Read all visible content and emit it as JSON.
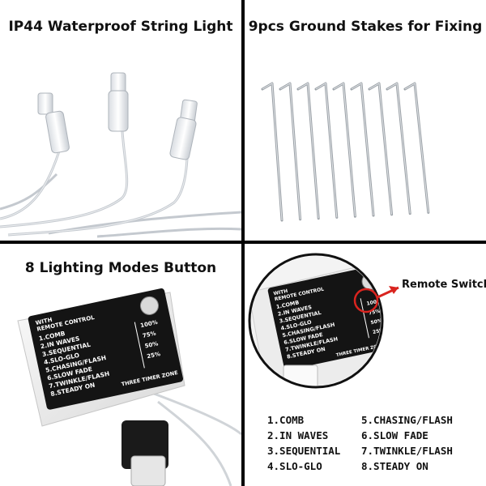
{
  "panels": {
    "top_left": {
      "title": "IP44 Waterproof String Light"
    },
    "top_right": {
      "title": "9pcs Ground Stakes for Fixing"
    },
    "bottom_left": {
      "title": "8 Lighting Modes Button"
    },
    "bottom_right": {
      "callout": "Remote Switch"
    }
  },
  "controller": {
    "header_line1": "WITH",
    "header_line2": "REMOTE CONTROL",
    "modes": [
      "1.COMB",
      "2.IN WAVES",
      "3.SEQUENTIAL",
      "4.SLO-GLO",
      "5.CHASING/FLASH",
      "6.SLOW FADE",
      "7.TWINKLE/FLASH",
      "8.STEADY ON"
    ],
    "percentages": [
      "100%",
      "75%",
      "50%",
      "25%"
    ],
    "timer_zone": "THREE TIMER ZONE"
  },
  "mode_list": {
    "left": [
      "1.COMB",
      "2.IN WAVES",
      "3.SEQUENTIAL",
      "4.SLO-GLO"
    ],
    "right": [
      "5.CHASING/FLASH",
      "6.SLOW FADE",
      "7.TWINKLE/FLASH",
      "8.STEADY ON"
    ]
  },
  "colors": {
    "divider": "#000000",
    "callout_arrow": "#d9241f",
    "controller_body": "#f2f2f2",
    "label_plate": "#111111"
  }
}
